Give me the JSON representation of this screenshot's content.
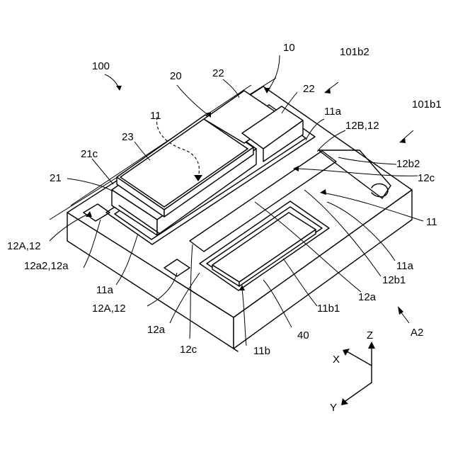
{
  "labels": {
    "l100": "100",
    "l10": "10",
    "l101b2": "101b2",
    "l101b1": "101b1",
    "l20": "20",
    "l22a": "22",
    "l22b": "22",
    "l11a_top": "11a",
    "l12B12": "12B,12",
    "l11_top": "11",
    "l23": "23",
    "l21c": "21c",
    "l12b2": "12b2",
    "l21": "21",
    "l12c_right": "12c",
    "l11_right": "11",
    "l12A12_top": "12A,12",
    "l12a2_12a": "12a2,12a",
    "l11a_right": "11a",
    "l11a_left": "11a",
    "l12b1": "12b1",
    "l12A12_bottom": "12A,12",
    "l12a_right": "12a",
    "l11b1": "11b1",
    "l12a_bottom": "12a",
    "l40": "40",
    "lA2": "A2",
    "l12c_bottom": "12c",
    "l11b": "11b",
    "axisZ": "Z",
    "axisX": "X",
    "axisY": "Y"
  }
}
